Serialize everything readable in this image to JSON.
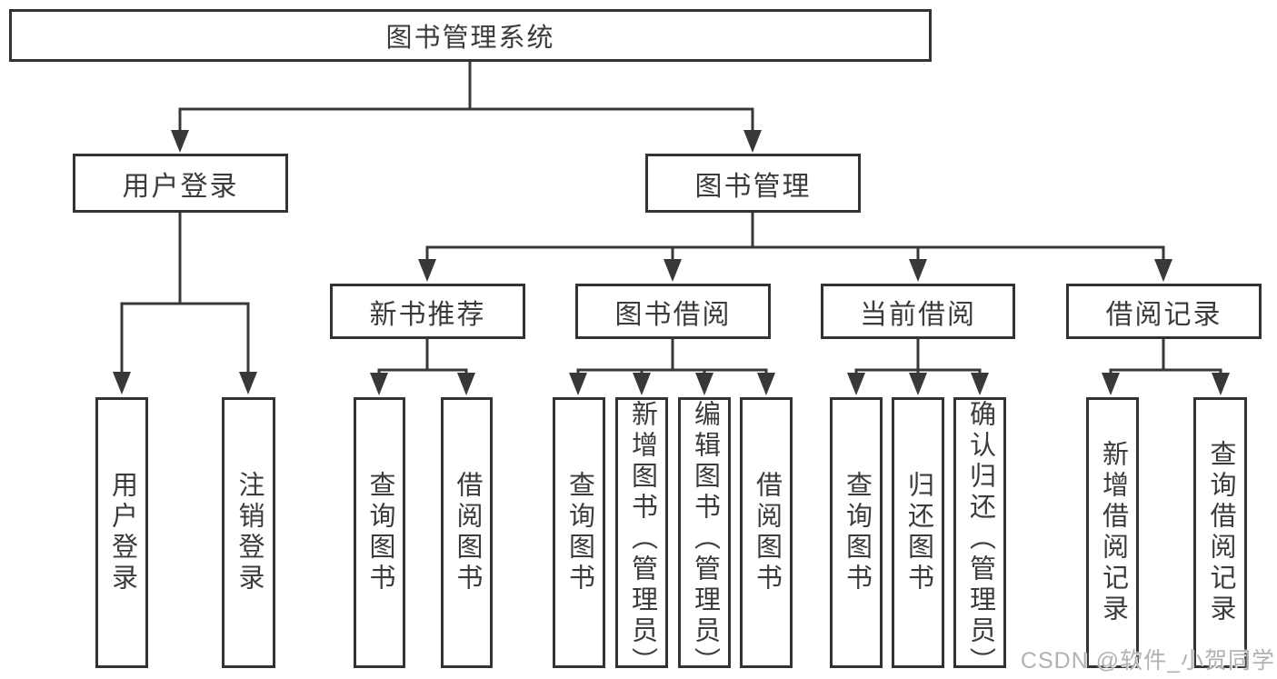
{
  "diagram": {
    "title": "图书管理系统",
    "root": {
      "label": "图书管理系统"
    },
    "level2": [
      {
        "label": "用户登录"
      },
      {
        "label": "图书管理"
      }
    ],
    "level3": [
      {
        "label": "新书推荐"
      },
      {
        "label": "图书借阅"
      },
      {
        "label": "当前借阅"
      },
      {
        "label": "借阅记录"
      }
    ],
    "leaves": {
      "user_login": [
        "用户登录",
        "注销登录"
      ],
      "new_books": [
        "查询图书",
        "借阅图书"
      ],
      "book_borrow": [
        "查询图书",
        "新增图书（管理员）",
        "编辑图书（管理员）",
        "借阅图书"
      ],
      "current_borrow": [
        "查询图书",
        "归还图书",
        "确认归还（管理员）"
      ],
      "borrow_records": [
        "新增借阅记录",
        "查询借阅记录"
      ]
    }
  },
  "watermark": "CSDN @软件_小贺同学",
  "colors": {
    "line": "#383838",
    "border": "#333333",
    "text": "#3b3b3b",
    "watermark": "#b2b2b2",
    "background": "#ffffff"
  }
}
